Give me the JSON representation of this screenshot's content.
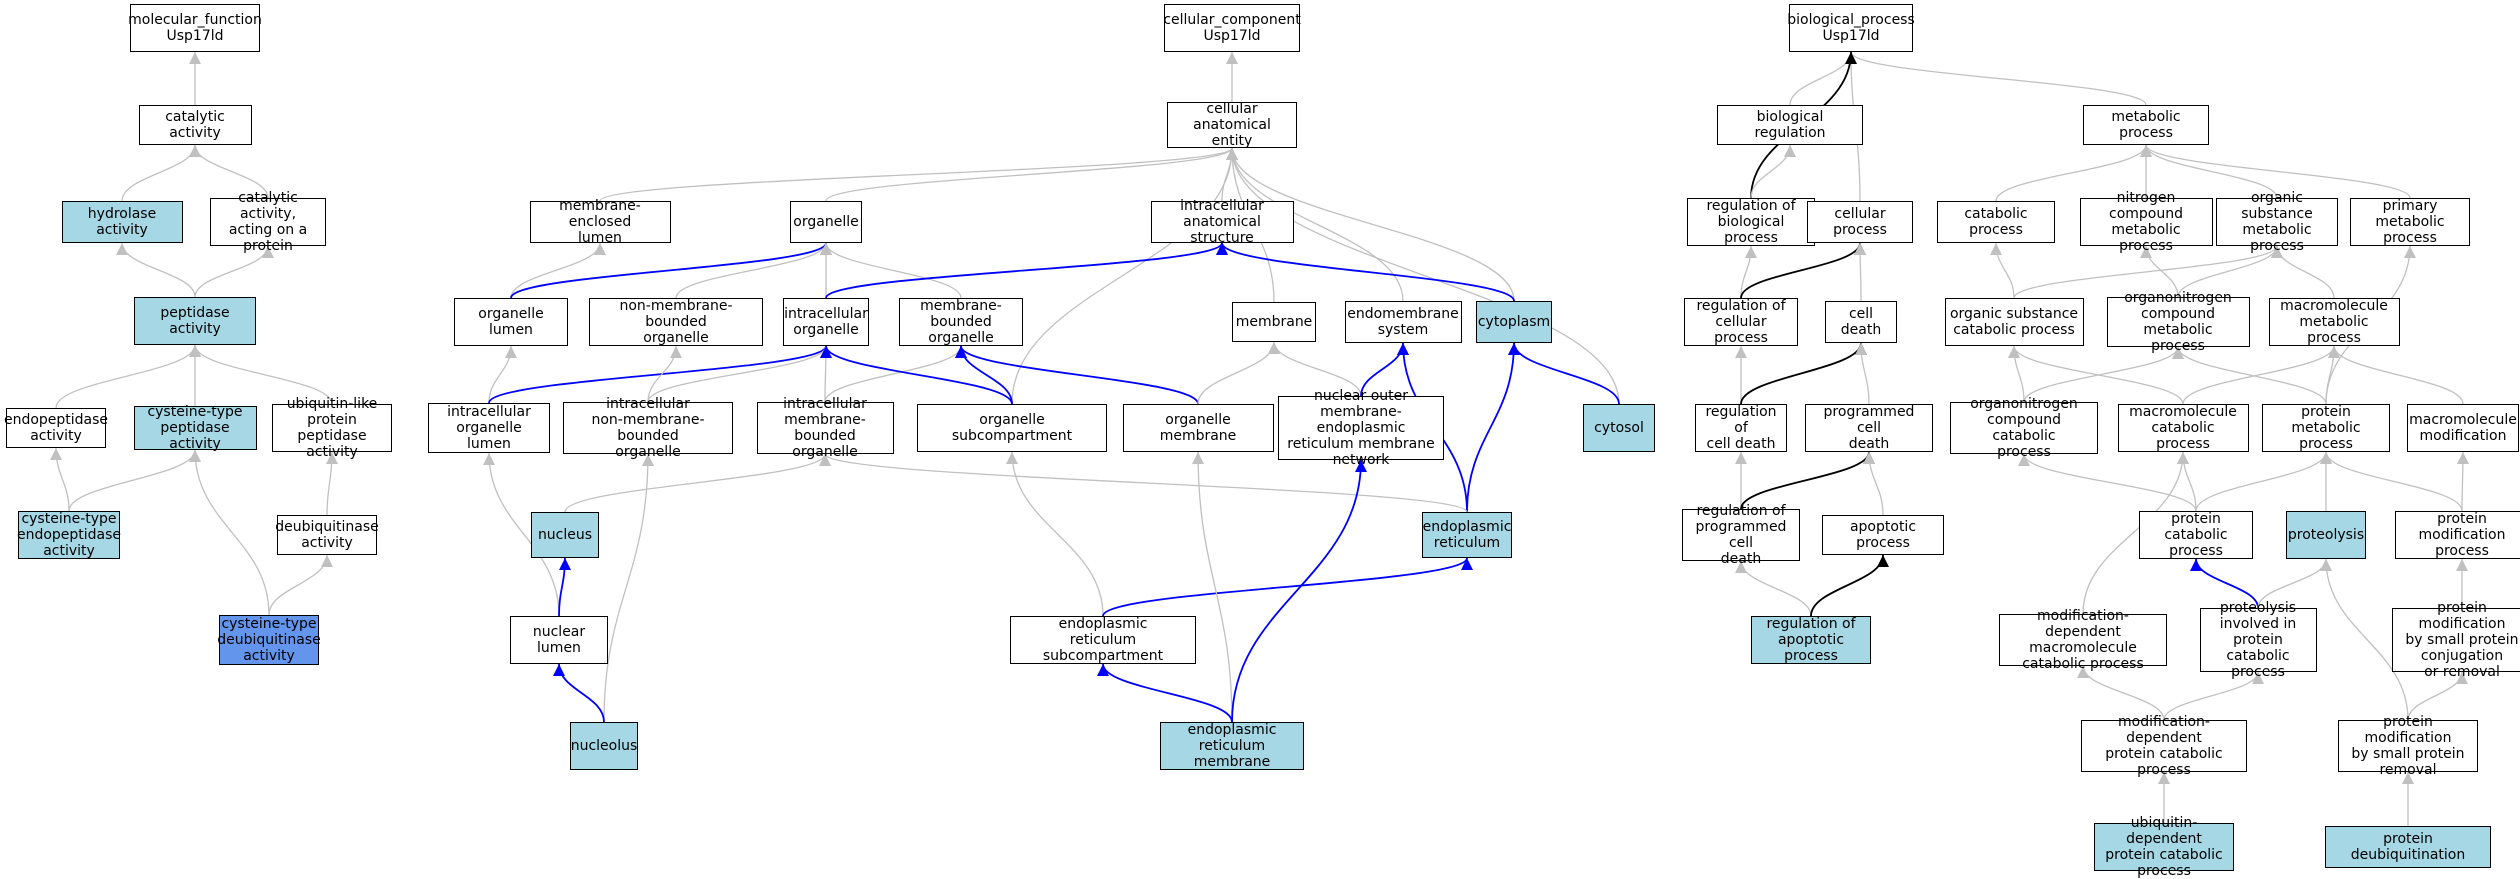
{
  "colors": {
    "plain": "#ffffff",
    "highlight": "#a6d7e5",
    "selected": "#6495ed",
    "edge_isa": "#c0c0c0",
    "edge_part_of": "#0000ff",
    "edge_regulates": "#000000"
  },
  "nodes": [
    {
      "id": "mf_root",
      "label": "molecular_function\nUsp17ld",
      "style": "plain"
    },
    {
      "id": "catalytic",
      "label": "catalytic activity",
      "style": "plain"
    },
    {
      "id": "hydrolase",
      "label": "hydrolase activity",
      "style": "highlight"
    },
    {
      "id": "cat_protein",
      "label": "catalytic activity,\nacting on a\nprotein",
      "style": "plain"
    },
    {
      "id": "peptidase",
      "label": "peptidase activity",
      "style": "highlight"
    },
    {
      "id": "endopeptidase",
      "label": "endopeptidase\nactivity",
      "style": "plain"
    },
    {
      "id": "cys_peptidase",
      "label": "cysteine-type\npeptidase activity",
      "style": "highlight"
    },
    {
      "id": "ubl_peptidase",
      "label": "ubiquitin-like\nprotein peptidase\nactivity",
      "style": "plain"
    },
    {
      "id": "cys_endopeptidase",
      "label": "cysteine-type\nendopeptidase\nactivity",
      "style": "highlight"
    },
    {
      "id": "deubiq",
      "label": "deubiquitinase\nactivity",
      "style": "plain"
    },
    {
      "id": "cys_deubiq",
      "label": "cysteine-type\ndeubiquitinase\nactivity",
      "style": "selected"
    },
    {
      "id": "cc_root",
      "label": "cellular_component\nUsp17ld",
      "style": "plain"
    },
    {
      "id": "cae",
      "label": "cellular anatomical\nentity",
      "style": "plain"
    },
    {
      "id": "mem_encl_lumen",
      "label": "membrane-enclosed\nlumen",
      "style": "plain"
    },
    {
      "id": "organelle",
      "label": "organelle",
      "style": "plain"
    },
    {
      "id": "intra_anat",
      "label": "intracellular\nanatomical structure",
      "style": "plain"
    },
    {
      "id": "org_lumen",
      "label": "organelle lumen",
      "style": "plain"
    },
    {
      "id": "nonmem_org",
      "label": "non-membrane-bounded\norganelle",
      "style": "plain"
    },
    {
      "id": "intra_org",
      "label": "intracellular\norganelle",
      "style": "plain"
    },
    {
      "id": "mem_org",
      "label": "membrane-bounded\norganelle",
      "style": "plain"
    },
    {
      "id": "membrane",
      "label": "membrane",
      "style": "plain"
    },
    {
      "id": "endomem",
      "label": "endomembrane\nsystem",
      "style": "plain"
    },
    {
      "id": "cytoplasm",
      "label": "cytoplasm",
      "style": "highlight"
    },
    {
      "id": "intra_org_lumen",
      "label": "intracellular\norganelle lumen",
      "style": "plain"
    },
    {
      "id": "intra_nonmem_org",
      "label": "intracellular\nnon-membrane-bounded\norganelle",
      "style": "plain"
    },
    {
      "id": "intra_mem_org",
      "label": "intracellular\nmembrane-bounded\norganelle",
      "style": "plain"
    },
    {
      "id": "org_subcomp",
      "label": "organelle subcompartment",
      "style": "plain"
    },
    {
      "id": "org_membrane",
      "label": "organelle membrane",
      "style": "plain"
    },
    {
      "id": "nuc_outer",
      "label": "nuclear outer\nmembrane-endoplasmic\nreticulum membrane\nnetwork",
      "style": "plain"
    },
    {
      "id": "cytosol",
      "label": "cytosol",
      "style": "highlight"
    },
    {
      "id": "nucleus",
      "label": "nucleus",
      "style": "highlight"
    },
    {
      "id": "er",
      "label": "endoplasmic\nreticulum",
      "style": "highlight"
    },
    {
      "id": "nuc_lumen",
      "label": "nuclear lumen",
      "style": "plain"
    },
    {
      "id": "er_subcomp",
      "label": "endoplasmic\nreticulum subcompartment",
      "style": "plain"
    },
    {
      "id": "nucleolus",
      "label": "nucleolus",
      "style": "highlight"
    },
    {
      "id": "er_membrane",
      "label": "endoplasmic\nreticulum membrane",
      "style": "highlight"
    },
    {
      "id": "bp_root",
      "label": "biological_process\nUsp17ld",
      "style": "plain"
    },
    {
      "id": "bio_reg",
      "label": "biological regulation",
      "style": "plain"
    },
    {
      "id": "metabolic",
      "label": "metabolic process",
      "style": "plain"
    },
    {
      "id": "reg_bio",
      "label": "regulation of\nbiological process",
      "style": "plain"
    },
    {
      "id": "cell_proc",
      "label": "cellular process",
      "style": "plain"
    },
    {
      "id": "catabolic",
      "label": "catabolic process",
      "style": "plain"
    },
    {
      "id": "nitro_met",
      "label": "nitrogen compound\nmetabolic process",
      "style": "plain"
    },
    {
      "id": "org_sub_met",
      "label": "organic substance\nmetabolic process",
      "style": "plain"
    },
    {
      "id": "primary_met",
      "label": "primary metabolic\nprocess",
      "style": "plain"
    },
    {
      "id": "reg_cell",
      "label": "regulation of\ncellular process",
      "style": "plain"
    },
    {
      "id": "cell_death",
      "label": "cell death",
      "style": "plain"
    },
    {
      "id": "org_sub_cat",
      "label": "organic substance\ncatabolic process",
      "style": "plain"
    },
    {
      "id": "orgnitro_met",
      "label": "organonitrogen\ncompound metabolic\nprocess",
      "style": "plain"
    },
    {
      "id": "macro_met",
      "label": "macromolecule\nmetabolic process",
      "style": "plain"
    },
    {
      "id": "reg_cell_death",
      "label": "regulation of\ncell death",
      "style": "plain"
    },
    {
      "id": "prog_death",
      "label": "programmed cell\ndeath",
      "style": "plain"
    },
    {
      "id": "orgnitro_cat",
      "label": "organonitrogen\ncompound catabolic\nprocess",
      "style": "plain"
    },
    {
      "id": "macro_cat",
      "label": "macromolecule\ncatabolic process",
      "style": "plain"
    },
    {
      "id": "prot_met",
      "label": "protein metabolic\nprocess",
      "style": "plain"
    },
    {
      "id": "macro_mod",
      "label": "macromolecule\nmodification",
      "style": "plain"
    },
    {
      "id": "reg_prog_death",
      "label": "regulation of\nprogrammed cell\ndeath",
      "style": "plain"
    },
    {
      "id": "apoptotic",
      "label": "apoptotic process",
      "style": "plain"
    },
    {
      "id": "prot_cat",
      "label": "protein catabolic\nprocess",
      "style": "plain"
    },
    {
      "id": "proteolysis",
      "label": "proteolysis",
      "style": "highlight"
    },
    {
      "id": "prot_mod",
      "label": "protein modification\nprocess",
      "style": "plain"
    },
    {
      "id": "reg_apop",
      "label": "regulation of\napoptotic process",
      "style": "highlight"
    },
    {
      "id": "mod_dep_macro",
      "label": "modification-dependent\nmacromolecule\ncatabolic process",
      "style": "plain"
    },
    {
      "id": "proteolysis_cat",
      "label": "proteolysis\ninvolved in\nprotein catabolic\nprocess",
      "style": "plain"
    },
    {
      "id": "prot_mod_small",
      "label": "protein modification\nby small protein\nconjugation\nor removal",
      "style": "plain"
    },
    {
      "id": "mod_dep_prot",
      "label": "modification-dependent\nprotein catabolic\nprocess",
      "style": "plain"
    },
    {
      "id": "prot_mod_removal",
      "label": "protein modification\nby small protein\nremoval",
      "style": "plain"
    },
    {
      "id": "ubiq_dep",
      "label": "ubiquitin-dependent\nprotein catabolic\nprocess",
      "style": "highlight"
    },
    {
      "id": "deubiquitination",
      "label": "protein deubiquitination",
      "style": "highlight"
    }
  ],
  "edges": [
    {
      "from": "catalytic",
      "to": "mf_root",
      "type": "is_a"
    },
    {
      "from": "hydrolase",
      "to": "catalytic",
      "type": "is_a"
    },
    {
      "from": "cat_protein",
      "to": "catalytic",
      "type": "is_a"
    },
    {
      "from": "peptidase",
      "to": "hydrolase",
      "type": "is_a"
    },
    {
      "from": "peptidase",
      "to": "cat_protein",
      "type": "is_a"
    },
    {
      "from": "endopeptidase",
      "to": "peptidase",
      "type": "is_a"
    },
    {
      "from": "cys_peptidase",
      "to": "peptidase",
      "type": "is_a"
    },
    {
      "from": "ubl_peptidase",
      "to": "peptidase",
      "type": "is_a"
    },
    {
      "from": "cys_endopeptidase",
      "to": "endopeptidase",
      "type": "is_a"
    },
    {
      "from": "cys_endopeptidase",
      "to": "cys_peptidase",
      "type": "is_a"
    },
    {
      "from": "deubiq",
      "to": "ubl_peptidase",
      "type": "is_a"
    },
    {
      "from": "cys_deubiq",
      "to": "cys_peptidase",
      "type": "is_a"
    },
    {
      "from": "cys_deubiq",
      "to": "deubiq",
      "type": "is_a"
    },
    {
      "from": "cae",
      "to": "cc_root",
      "type": "is_a"
    },
    {
      "from": "mem_encl_lumen",
      "to": "cae",
      "type": "is_a"
    },
    {
      "from": "organelle",
      "to": "cae",
      "type": "is_a"
    },
    {
      "from": "intra_anat",
      "to": "cae",
      "type": "is_a"
    },
    {
      "from": "membrane",
      "to": "cae",
      "type": "is_a"
    },
    {
      "from": "endomem",
      "to": "cae",
      "type": "is_a"
    },
    {
      "from": "cytoplasm",
      "to": "cae",
      "type": "is_a"
    },
    {
      "from": "cytosol",
      "to": "cae",
      "type": "is_a"
    },
    {
      "from": "org_subcomp",
      "to": "cae",
      "type": "is_a"
    },
    {
      "from": "org_lumen",
      "to": "mem_encl_lumen",
      "type": "is_a"
    },
    {
      "from": "org_lumen",
      "to": "organelle",
      "type": "part_of"
    },
    {
      "from": "nonmem_org",
      "to": "organelle",
      "type": "is_a"
    },
    {
      "from": "intra_org",
      "to": "organelle",
      "type": "is_a"
    },
    {
      "from": "mem_org",
      "to": "organelle",
      "type": "is_a"
    },
    {
      "from": "intra_org",
      "to": "intra_anat",
      "type": "part_of"
    },
    {
      "from": "cytoplasm",
      "to": "intra_anat",
      "type": "part_of"
    },
    {
      "from": "intra_org_lumen",
      "to": "org_lumen",
      "type": "is_a"
    },
    {
      "from": "intra_org_lumen",
      "to": "intra_org",
      "type": "part_of"
    },
    {
      "from": "intra_nonmem_org",
      "to": "nonmem_org",
      "type": "is_a"
    },
    {
      "from": "intra_nonmem_org",
      "to": "intra_org",
      "type": "is_a"
    },
    {
      "from": "intra_mem_org",
      "to": "intra_org",
      "type": "is_a"
    },
    {
      "from": "intra_mem_org",
      "to": "mem_org",
      "type": "is_a"
    },
    {
      "from": "org_subcomp",
      "to": "intra_org",
      "type": "part_of"
    },
    {
      "from": "org_subcomp",
      "to": "mem_org",
      "type": "part_of"
    },
    {
      "from": "org_membrane",
      "to": "mem_org",
      "type": "part_of"
    },
    {
      "from": "org_membrane",
      "to": "membrane",
      "type": "is_a"
    },
    {
      "from": "nuc_outer",
      "to": "membrane",
      "type": "is_a"
    },
    {
      "from": "nuc_outer",
      "to": "endomem",
      "type": "part_of"
    },
    {
      "from": "er",
      "to": "endomem",
      "type": "part_of"
    },
    {
      "from": "er",
      "to": "cytoplasm",
      "type": "part_of"
    },
    {
      "from": "cytosol",
      "to": "cytoplasm",
      "type": "part_of"
    },
    {
      "from": "nucleus",
      "to": "intra_mem_org",
      "type": "is_a"
    },
    {
      "from": "er",
      "to": "intra_mem_org",
      "type": "is_a"
    },
    {
      "from": "nuc_lumen",
      "to": "intra_org_lumen",
      "type": "is_a"
    },
    {
      "from": "nuc_lumen",
      "to": "nucleus",
      "type": "part_of"
    },
    {
      "from": "nucleolus",
      "to": "intra_nonmem_org",
      "type": "is_a"
    },
    {
      "from": "nucleolus",
      "to": "nuc_lumen",
      "type": "part_of"
    },
    {
      "from": "er_subcomp",
      "to": "org_subcomp",
      "type": "is_a"
    },
    {
      "from": "er_subcomp",
      "to": "er",
      "type": "part_of"
    },
    {
      "from": "er_membrane",
      "to": "er_subcomp",
      "type": "part_of"
    },
    {
      "from": "er_membrane",
      "to": "org_membrane",
      "type": "is_a"
    },
    {
      "from": "er_membrane",
      "to": "nuc_outer",
      "type": "part_of"
    },
    {
      "from": "bio_reg",
      "to": "bp_root",
      "type": "is_a"
    },
    {
      "from": "metabolic",
      "to": "bp_root",
      "type": "is_a"
    },
    {
      "from": "cell_proc",
      "to": "bp_root",
      "type": "is_a"
    },
    {
      "from": "reg_bio",
      "to": "bp_root",
      "type": "regulates"
    },
    {
      "from": "reg_bio",
      "to": "bio_reg",
      "type": "is_a"
    },
    {
      "from": "catabolic",
      "to": "metabolic",
      "type": "is_a"
    },
    {
      "from": "nitro_met",
      "to": "metabolic",
      "type": "is_a"
    },
    {
      "from": "org_sub_met",
      "to": "metabolic",
      "type": "is_a"
    },
    {
      "from": "primary_met",
      "to": "metabolic",
      "type": "is_a"
    },
    {
      "from": "reg_cell",
      "to": "reg_bio",
      "type": "is_a"
    },
    {
      "from": "reg_cell",
      "to": "cell_proc",
      "type": "regulates"
    },
    {
      "from": "cell_death",
      "to": "cell_proc",
      "type": "is_a"
    },
    {
      "from": "org_sub_cat",
      "to": "catabolic",
      "type": "is_a"
    },
    {
      "from": "org_sub_cat",
      "to": "org_sub_met",
      "type": "is_a"
    },
    {
      "from": "orgnitro_met",
      "to": "nitro_met",
      "type": "is_a"
    },
    {
      "from": "orgnitro_met",
      "to": "org_sub_met",
      "type": "is_a"
    },
    {
      "from": "macro_met",
      "to": "org_sub_met",
      "type": "is_a"
    },
    {
      "from": "reg_cell_death",
      "to": "reg_cell",
      "type": "is_a"
    },
    {
      "from": "reg_cell_death",
      "to": "cell_death",
      "type": "regulates"
    },
    {
      "from": "prog_death",
      "to": "cell_death",
      "type": "is_a"
    },
    {
      "from": "orgnitro_cat",
      "to": "org_sub_cat",
      "type": "is_a"
    },
    {
      "from": "orgnitro_cat",
      "to": "orgnitro_met",
      "type": "is_a"
    },
    {
      "from": "macro_cat",
      "to": "org_sub_cat",
      "type": "is_a"
    },
    {
      "from": "macro_cat",
      "to": "macro_met",
      "type": "is_a"
    },
    {
      "from": "prot_met",
      "to": "orgnitro_met",
      "type": "is_a"
    },
    {
      "from": "prot_met",
      "to": "macro_met",
      "type": "is_a"
    },
    {
      "from": "prot_met",
      "to": "primary_met",
      "type": "is_a"
    },
    {
      "from": "macro_mod",
      "to": "macro_met",
      "type": "is_a"
    },
    {
      "from": "reg_prog_death",
      "to": "reg_cell_death",
      "type": "is_a"
    },
    {
      "from": "reg_prog_death",
      "to": "prog_death",
      "type": "regulates"
    },
    {
      "from": "apoptotic",
      "to": "prog_death",
      "type": "is_a"
    },
    {
      "from": "prot_cat",
      "to": "orgnitro_cat",
      "type": "is_a"
    },
    {
      "from": "prot_cat",
      "to": "macro_cat",
      "type": "is_a"
    },
    {
      "from": "prot_cat",
      "to": "prot_met",
      "type": "is_a"
    },
    {
      "from": "proteolysis",
      "to": "prot_met",
      "type": "is_a"
    },
    {
      "from": "prot_mod",
      "to": "prot_met",
      "type": "is_a"
    },
    {
      "from": "prot_mod",
      "to": "macro_mod",
      "type": "is_a"
    },
    {
      "from": "reg_apop",
      "to": "reg_prog_death",
      "type": "is_a"
    },
    {
      "from": "reg_apop",
      "to": "apoptotic",
      "type": "regulates"
    },
    {
      "from": "mod_dep_macro",
      "to": "macro_cat",
      "type": "is_a"
    },
    {
      "from": "proteolysis_cat",
      "to": "prot_cat",
      "type": "part_of"
    },
    {
      "from": "proteolysis_cat",
      "to": "proteolysis",
      "type": "is_a"
    },
    {
      "from": "prot_mod_small",
      "to": "prot_mod",
      "type": "is_a"
    },
    {
      "from": "mod_dep_prot",
      "to": "mod_dep_macro",
      "type": "is_a"
    },
    {
      "from": "mod_dep_prot",
      "to": "proteolysis_cat",
      "type": "is_a"
    },
    {
      "from": "prot_mod_removal",
      "to": "prot_mod_small",
      "type": "is_a"
    },
    {
      "from": "prot_mod_removal",
      "to": "proteolysis",
      "type": "is_a"
    },
    {
      "from": "ubiq_dep",
      "to": "mod_dep_prot",
      "type": "is_a"
    },
    {
      "from": "deubiquitination",
      "to": "prot_mod_removal",
      "type": "is_a"
    }
  ]
}
